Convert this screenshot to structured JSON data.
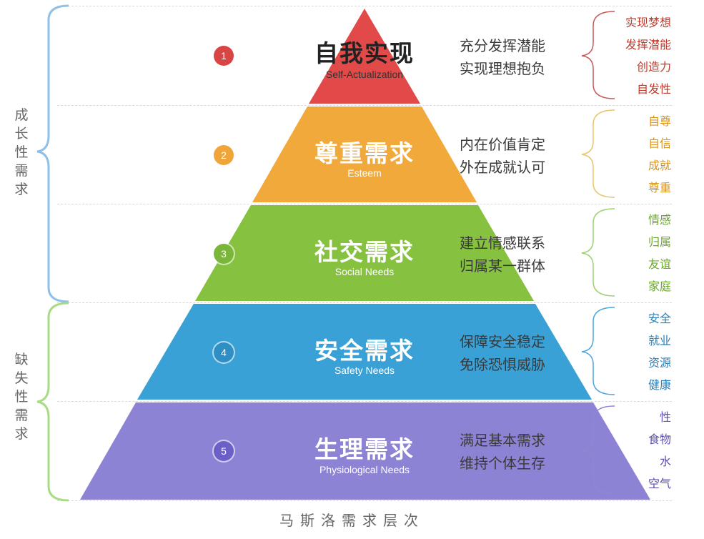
{
  "tiers": [
    {
      "number": "1",
      "title": "自我实现",
      "subtitle": "Self-Actualization",
      "desc": [
        "充分发挥潜能",
        "实现理想抱负"
      ],
      "keywords": [
        "实现梦想",
        "发挥潜能",
        "创造力",
        "自发性"
      ],
      "color": "#e24a4a",
      "badge_color": "#d94545",
      "keyword_color": "#c0392b"
    },
    {
      "number": "2",
      "title": "尊重需求",
      "subtitle": "Esteem",
      "desc": [
        "内在价值肯定",
        "外在成就认可"
      ],
      "keywords": [
        "自尊",
        "自信",
        "成就",
        "尊重"
      ],
      "color": "#f2a93b",
      "badge_color": "#f0a53a",
      "keyword_color": "#d99419"
    },
    {
      "number": "3",
      "title": "社交需求",
      "subtitle": "Social Needs",
      "desc": [
        "建立情感联系",
        "归属某一群体"
      ],
      "keywords": [
        "情感",
        "归属",
        "友谊",
        "家庭"
      ],
      "color": "#86c240",
      "badge_color": "#79b63a",
      "keyword_color": "#6aa82a"
    },
    {
      "number": "4",
      "title": "安全需求",
      "subtitle": "Safety Needs",
      "desc": [
        "保障安全稳定",
        "免除恐惧威胁"
      ],
      "keywords": [
        "安全",
        "就业",
        "资源",
        "健康"
      ],
      "color": "#3aa1d6",
      "badge_color": "#2f8fc4",
      "keyword_color": "#2a7fb8"
    },
    {
      "number": "5",
      "title": "生理需求",
      "subtitle": "Physiological Needs",
      "desc": [
        "满足基本需求",
        "维持个体生存"
      ],
      "keywords": [
        "性",
        "食物",
        "水",
        "空气"
      ],
      "color": "#8d83d4",
      "badge_color": "#6c5fc7",
      "keyword_color": "#5a4fb0"
    }
  ],
  "groups": [
    {
      "label": "成长性需求",
      "color": "#8fc0e8"
    },
    {
      "label": "缺失性需求",
      "color": "#a8dc84"
    }
  ],
  "caption": "马斯洛需求层次",
  "colors": {
    "keyword_bracket_1": "#c45a5a",
    "keyword_bracket_2": "#e8c46a",
    "keyword_bracket_3": "#9cd070",
    "keyword_bracket_4": "#4fa6d8",
    "keyword_bracket_5": "#8f86d4"
  }
}
